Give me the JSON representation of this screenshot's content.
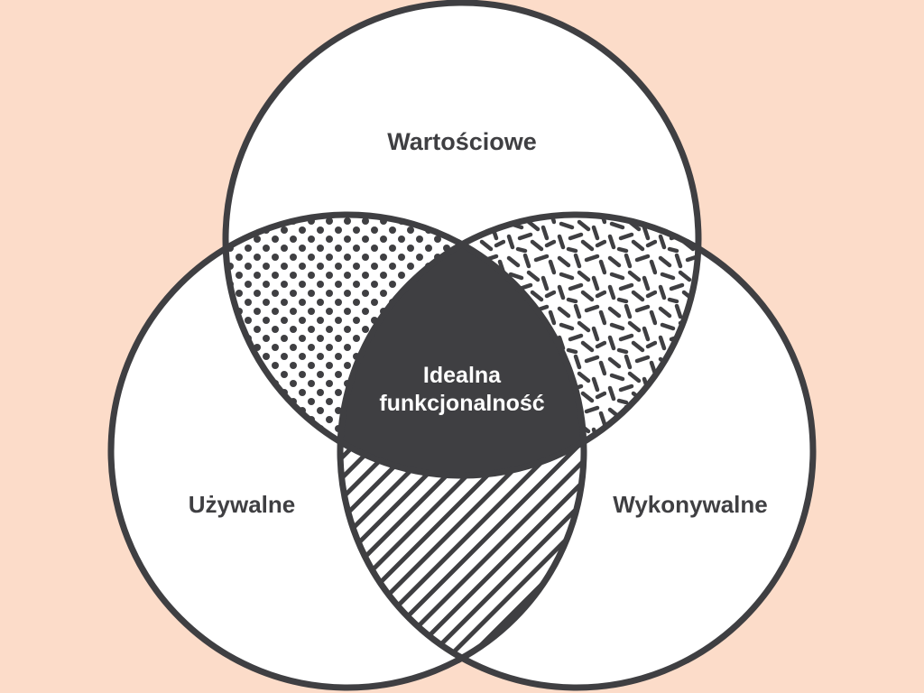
{
  "diagram": {
    "sets": {
      "top": "Wartościowe",
      "left": "Używalne",
      "right": "Wykonywalne"
    },
    "center_label": {
      "line1": "Idealna",
      "line2": "funkcjonalność"
    }
  },
  "colors": {
    "background": "#fcdcc9",
    "circle_fill": "#ffffff",
    "stroke": "#3f3f42",
    "center_fill": "#3f3f42",
    "center_text": "#ffffff"
  },
  "patterns": {
    "top_left_overlap": "dots",
    "top_right_overlap": "scattered-dashes",
    "left_right_overlap": "diagonal-stripes"
  }
}
